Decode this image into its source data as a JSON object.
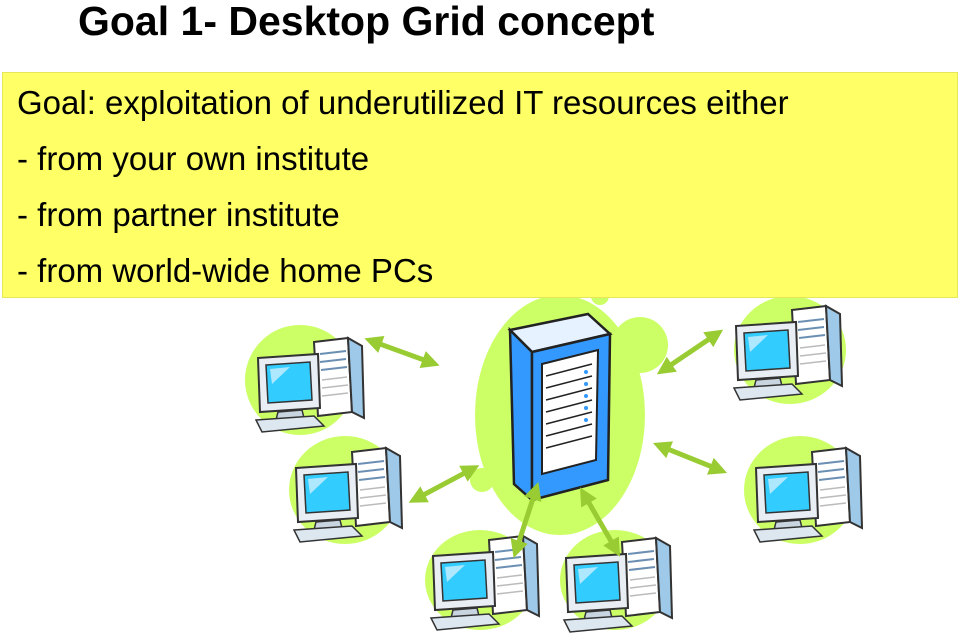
{
  "slide": {
    "title": "Goal 1- Desktop Grid concept",
    "lines": [
      "Goal: exploitation of underutilized IT resources either",
      "- from your own institute",
      "- from partner institute",
      "- from world-wide home PCs"
    ]
  },
  "colors": {
    "callout": "#ffff66",
    "blob": "#ccff66",
    "arrow": "#99cc33",
    "server_blue": "#3399ff",
    "monitor_screen": "#33ccff"
  },
  "icons": [
    "server-icon",
    "desktop-pc-icon",
    "double-arrow-icon"
  ]
}
